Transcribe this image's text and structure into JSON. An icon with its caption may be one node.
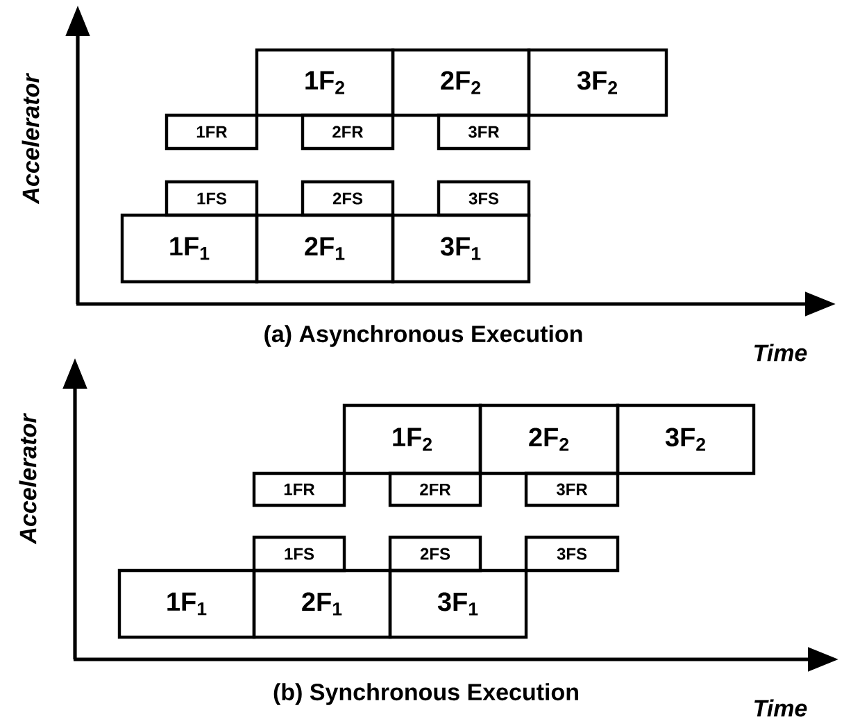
{
  "diagram": {
    "nodes": [
      {
        "text": [
          "1F$_{2}$"
        ]
      },
      {
        "text": [
          "2F$_{2}$"
        ]
      },
      {
        "text": [
          "3F$_{2}$"
        ]
      },
      {
        "text": [
          "1FR"
        ]
      },
      {
        "text": [
          "2FR"
        ]
      },
      {
        "text": [
          "3FR"
        ]
      },
      {
        "text": [
          "1FS"
        ]
      },
      {
        "text": [
          "2FS"
        ]
      },
      {
        "text": [
          "3FS"
        ]
      },
      {
        "text": [
          "1F$_{1}$"
        ]
      },
      {
        "text": [
          "2F$_{1}$"
        ]
      },
      {
        "text": [
          "3F$_{1}$"
        ]
      },
      {
        "text": [
          "1F$_{2}$"
        ]
      },
      {
        "text": [
          "2F$_{2}$"
        ]
      },
      {
        "text": [
          "3F$_{2}$"
        ]
      },
      {
        "text": [
          "1FR"
        ]
      },
      {
        "text": [
          "2FR"
        ]
      },
      {
        "text": [
          "3FR"
        ]
      },
      {
        "text": [
          "1FS"
        ]
      },
      {
        "text": [
          "2FS"
        ]
      },
      {
        "text": [
          "3FS"
        ]
      },
      {
        "text": [
          "1F$_{1}$"
        ]
      },
      {
        "text": [
          "2F$_{1}$"
        ]
      },
      {
        "text": [
          "3F$_{1}$"
        ]
      }
    ],
    "labels": [
      "Accelerator",
      "(a) Asynchronous Execution",
      "Time",
      "Accelerator",
      "(b) Synchronous Execution",
      "Time"
    ]
  }
}
